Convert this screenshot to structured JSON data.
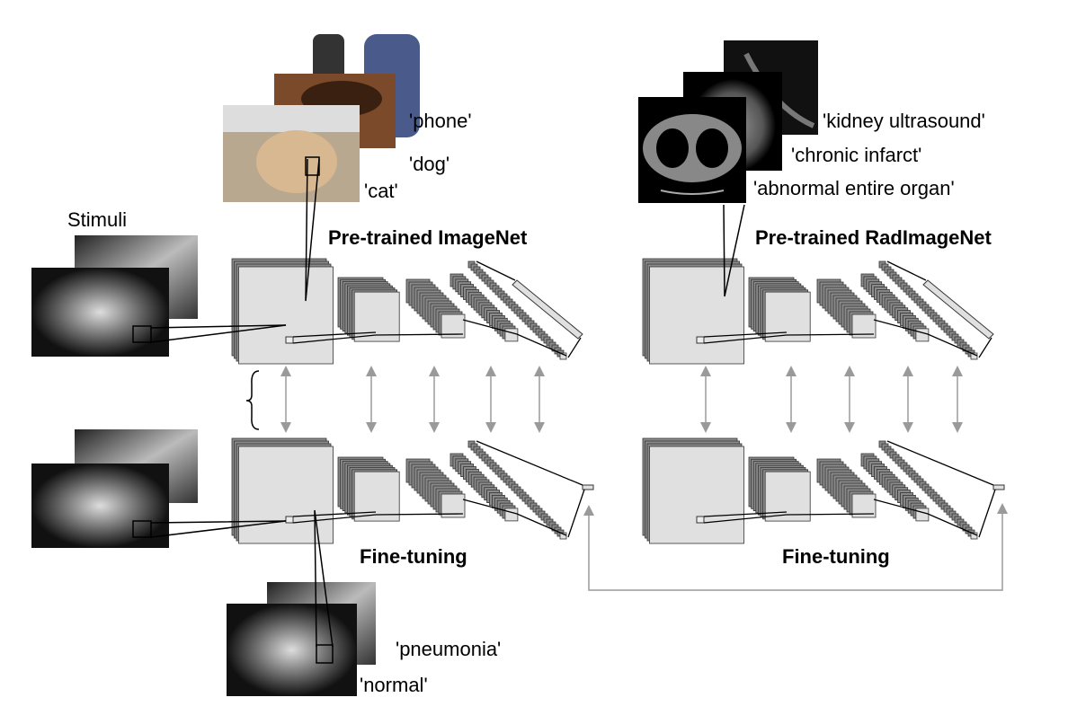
{
  "labels": {
    "stimuli": "Stimuli",
    "pretrained_imagenet": "Pre-trained ImageNet",
    "pretrained_radimagenet": "Pre-trained RadImageNet",
    "finetuning_left": "Fine-tuning",
    "finetuning_right": "Fine-tuning"
  },
  "imagenet_classes": [
    "'phone'",
    "'dog'",
    "'cat'"
  ],
  "radimagenet_classes": [
    "'kidney ultrasound'",
    "'chronic infarct'",
    "'abnormal entire organ'"
  ],
  "finetune_classes": [
    "'pneumonia'",
    "'normal'"
  ],
  "colors": {
    "layer_back": "#8a8a8a",
    "layer_front": "#e0e0e0",
    "arrow": "#9a9a9a"
  }
}
